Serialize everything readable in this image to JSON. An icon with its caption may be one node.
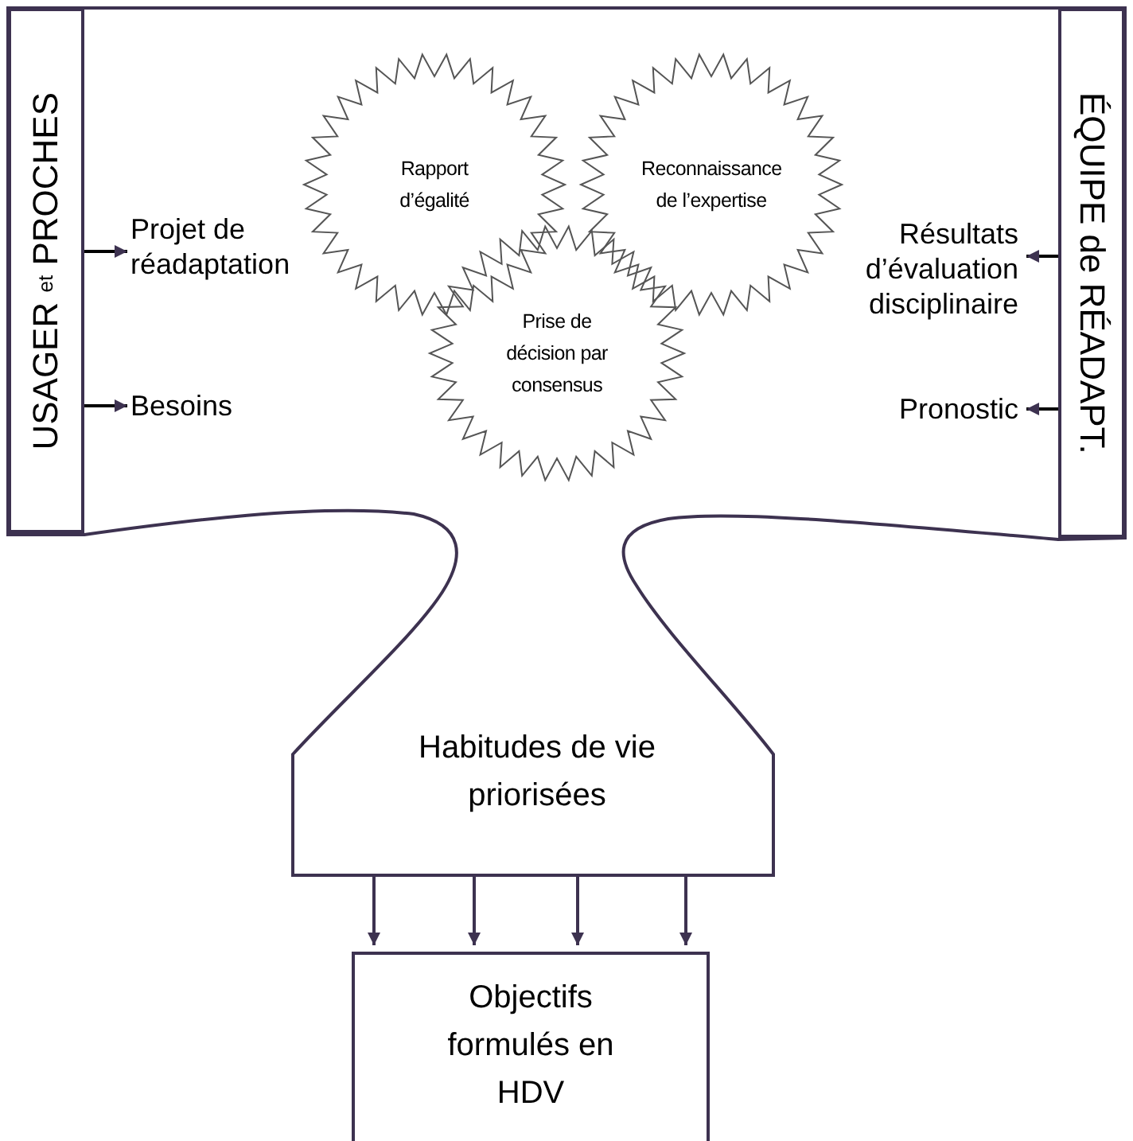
{
  "diagram": {
    "nodes": [
      {
        "text": [
          "Habitudes de vie priorisées"
        ]
      },
      {
        "text": [
          "USAGER $_{et}$ PROCHES"
        ],
        "in": 0
      },
      {
        "text": [
          "ÉQUIPE de RÉADAPT."
        ],
        "in": 0
      },
      {
        "text": [
          "Projet de réadaptation"
        ],
        "in": 0
      },
      {
        "text": [
          "Besoins"
        ],
        "in": 0
      },
      {
        "text": [
          "Résultats d’évaluation disciplinaire"
        ],
        "in": 0
      },
      {
        "text": [
          "Pronostic"
        ],
        "in": 0
      },
      {
        "text": [
          "Rapport d’égalité"
        ],
        "in": 0
      },
      {
        "text": [
          "Reconnaissance de l’expertise"
        ],
        "in": 0
      },
      {
        "text": [
          "Prise de décision par consensus"
        ],
        "in": 0
      },
      {
        "text": [
          "Objectifs formulés en HDV"
        ]
      }
    ],
    "edges": [
      {
        "from": 1,
        "to": 3,
        "arrow": "to"
      },
      {
        "from": 1,
        "to": 4,
        "arrow": "to"
      },
      {
        "from": 2,
        "to": 5,
        "arrow": "to"
      },
      {
        "from": 2,
        "to": 6,
        "arrow": "to"
      },
      {
        "from": 0,
        "to": 10,
        "arrow": "to"
      },
      {
        "from": 0,
        "to": 10,
        "arrow": "to"
      },
      {
        "from": 0,
        "to": 10,
        "arrow": "to"
      },
      {
        "from": 0,
        "to": 10,
        "arrow": "to"
      }
    ]
  }
}
